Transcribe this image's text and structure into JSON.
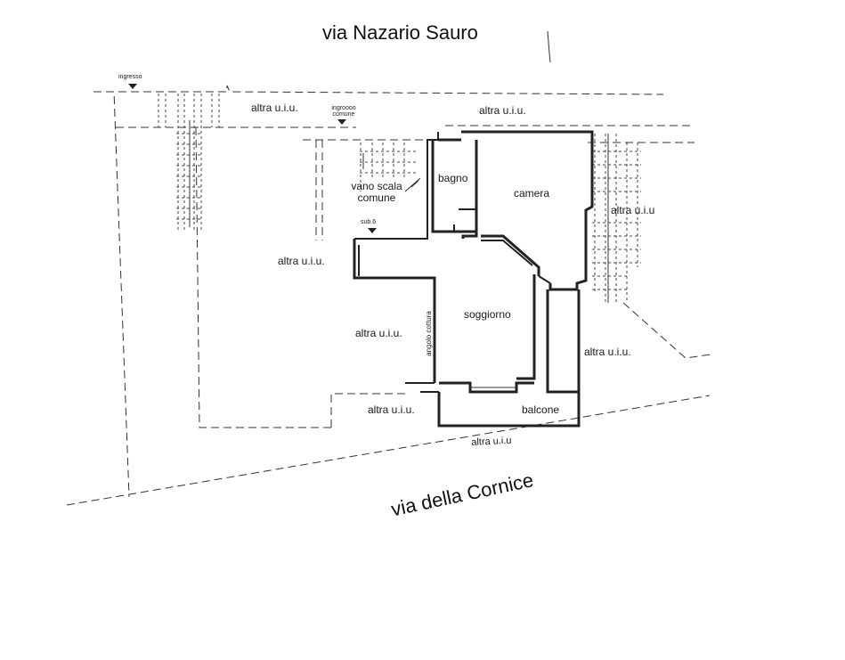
{
  "streets": {
    "north": "via Nazario Sauro",
    "south": "via della Cornice"
  },
  "markers": {
    "ingresso": "ingresso",
    "ingresso_comune": "ingroooo comune",
    "sub": "sub.6"
  },
  "rooms": {
    "vano_scala": "vano scala comune",
    "bagno": "bagno",
    "camera": "camera",
    "soggiorno": "soggiorno",
    "angolo_cottura": "angolo cottura",
    "balcone": "balcone"
  },
  "other_units": {
    "top_left": "altra u.i.u.",
    "top_right": "altra u.i.u.",
    "right": "altra u.i.u",
    "left": "altra u.i.u.",
    "center_left": "altra u.i.u.",
    "lower_right": "altra u.i.u.",
    "bottom_center": "altra u.i.u.",
    "bottom_street": "altra u.i.u"
  }
}
